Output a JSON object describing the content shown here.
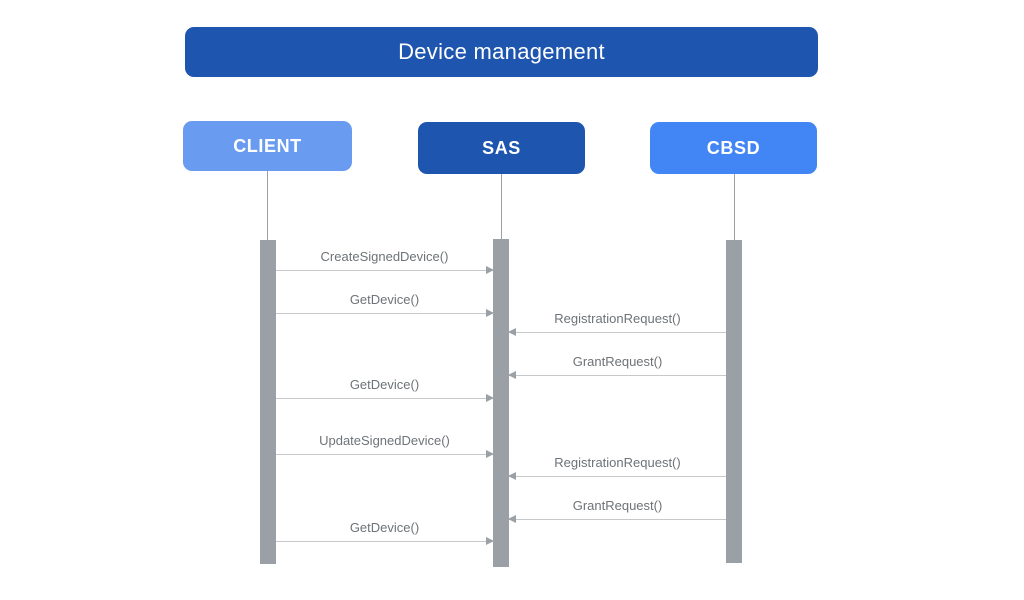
{
  "diagram": {
    "title": "Device management",
    "actors": [
      {
        "id": "client",
        "label": "CLIENT",
        "color": "#699CF1"
      },
      {
        "id": "sas",
        "label": "SAS",
        "color": "#1E55AE"
      },
      {
        "id": "cbsd",
        "label": "CBSD",
        "color": "#4285F4"
      }
    ],
    "messages": [
      {
        "label": "CreateSignedDevice()",
        "from": "CLIENT",
        "to": "SAS"
      },
      {
        "label": "GetDevice()",
        "from": "CLIENT",
        "to": "SAS"
      },
      {
        "label": "RegistrationRequest()",
        "from": "CBSD",
        "to": "SAS"
      },
      {
        "label": "GrantRequest()",
        "from": "CBSD",
        "to": "SAS"
      },
      {
        "label": "GetDevice()",
        "from": "CLIENT",
        "to": "SAS"
      },
      {
        "label": "UpdateSignedDevice()",
        "from": "CLIENT",
        "to": "SAS"
      },
      {
        "label": "RegistrationRequest()",
        "from": "CBSD",
        "to": "SAS"
      },
      {
        "label": "GrantRequest()",
        "from": "CBSD",
        "to": "SAS"
      },
      {
        "label": "GetDevice()",
        "from": "CLIENT",
        "to": "SAS"
      }
    ],
    "colors": {
      "title_bg": "#1E55AE",
      "title_text": "#FFFFFF",
      "client_bg": "#699CF1",
      "sas_bg": "#1E55AE",
      "cbsd_bg": "#4285F4",
      "activation_bar": "#9AA0A6",
      "lifeline": "#9AA0A6",
      "arrow_line": "#C6C9CC",
      "arrow_head": "#9AA0A6",
      "message_text": "#6E7377",
      "background": "#FFFFFF"
    }
  }
}
